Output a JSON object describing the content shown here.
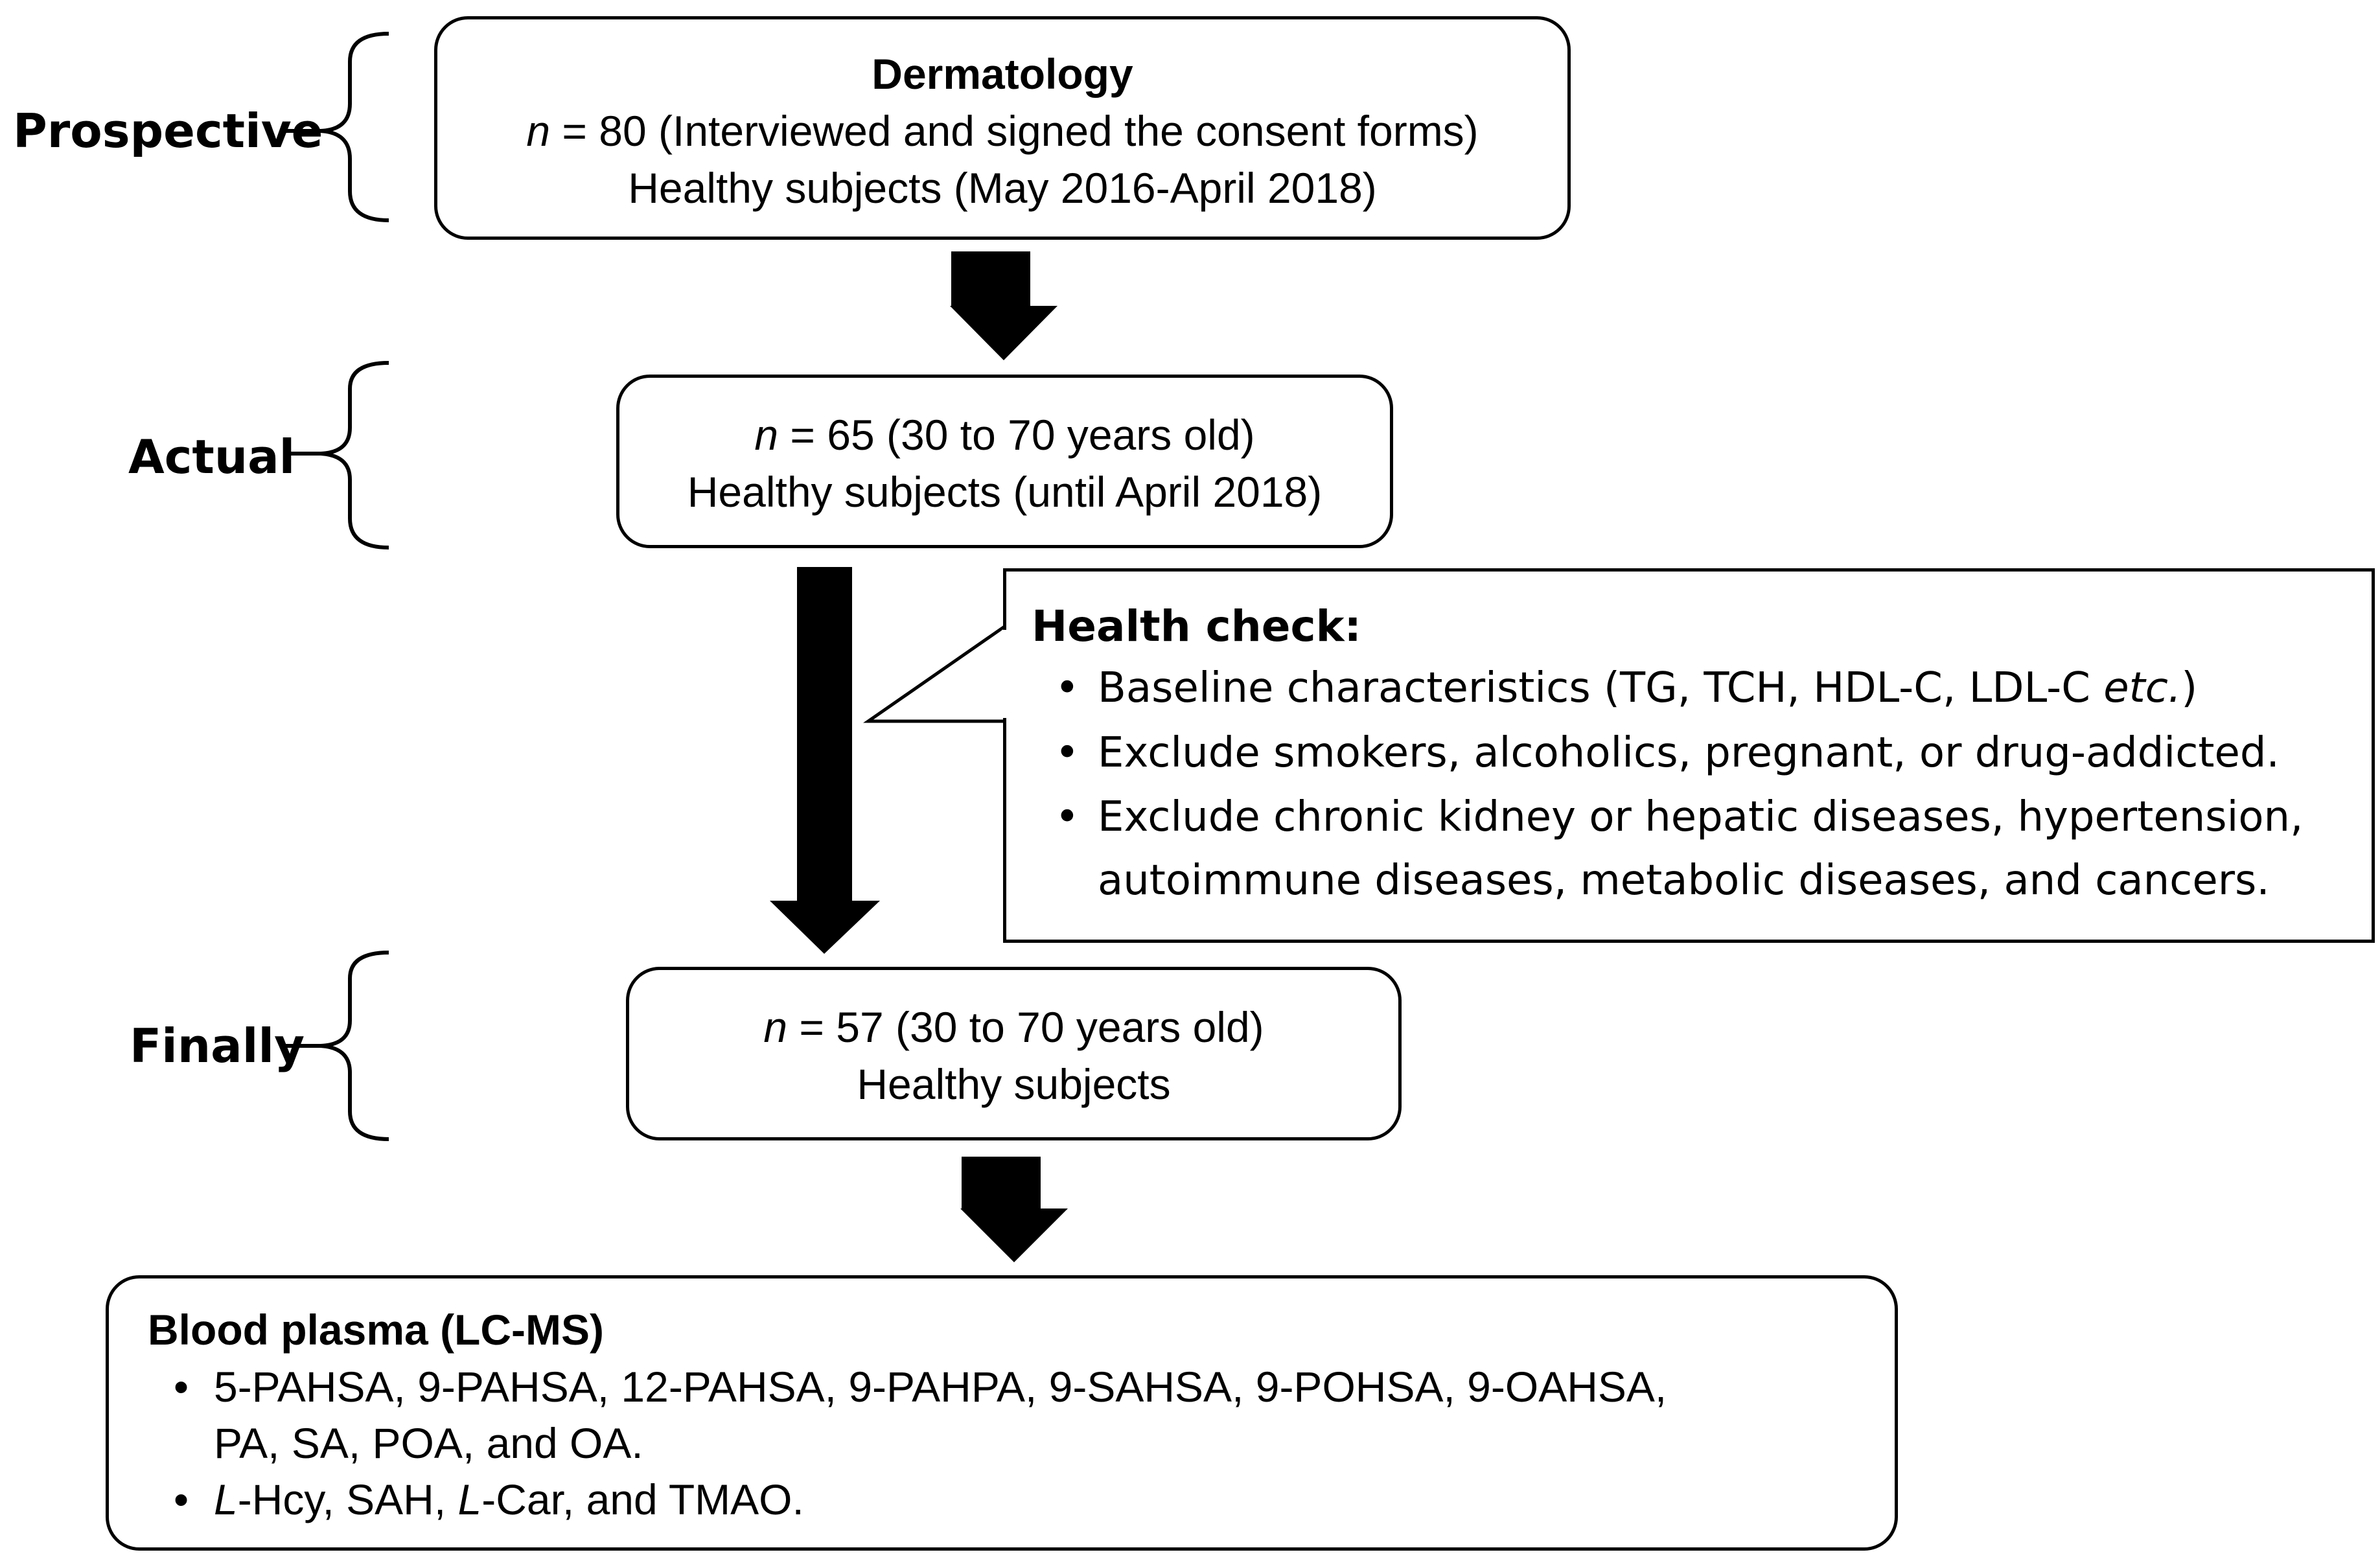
{
  "stages": {
    "prospective_label": "Prospective",
    "actual_label": "Actual",
    "finally_label": "Finally"
  },
  "box1": {
    "title": "Dermatology",
    "n_symbol": "n",
    "line2": " = 80 (Interviewed and signed the consent forms)",
    "line3": "Healthy subjects (May 2016-April 2018)"
  },
  "box2": {
    "n_symbol": "n",
    "line1": " = 65 (30 to 70 years old)",
    "line2": "Healthy subjects (until April 2018)"
  },
  "health_check": {
    "title": "Health check:",
    "bullet1_main": "Baseline characteristics (TG, TCH, HDL-C, LDL-C ",
    "bullet1_italic": "etc.",
    "bullet1_end": ")",
    "bullet2": "Exclude smokers, alcoholics, pregnant, or drug-addicted.",
    "bullet3_line1": "Exclude chronic kidney or hepatic diseases, hypertension,",
    "bullet3_line2": "autoimmune diseases, metabolic diseases, and cancers."
  },
  "box3": {
    "n_symbol": "n",
    "line1": " = 57 (30 to 70 years old)",
    "line2": "Healthy subjects"
  },
  "blood": {
    "title": "Blood plasma (LC-MS)",
    "bullet1_line1": "5-PAHSA, 9-PAHSA, 12-PAHSA, 9-PAHPA, 9-SAHSA, 9-POHSA, 9-OAHSA,",
    "bullet1_line2": "PA, SA, POA, and OA.",
    "b2_l1": "L",
    "b2_t1": "-Hcy, SAH, ",
    "b2_l2": "L",
    "b2_t2": "-Car, and TMAO."
  },
  "bullet_char": "•"
}
